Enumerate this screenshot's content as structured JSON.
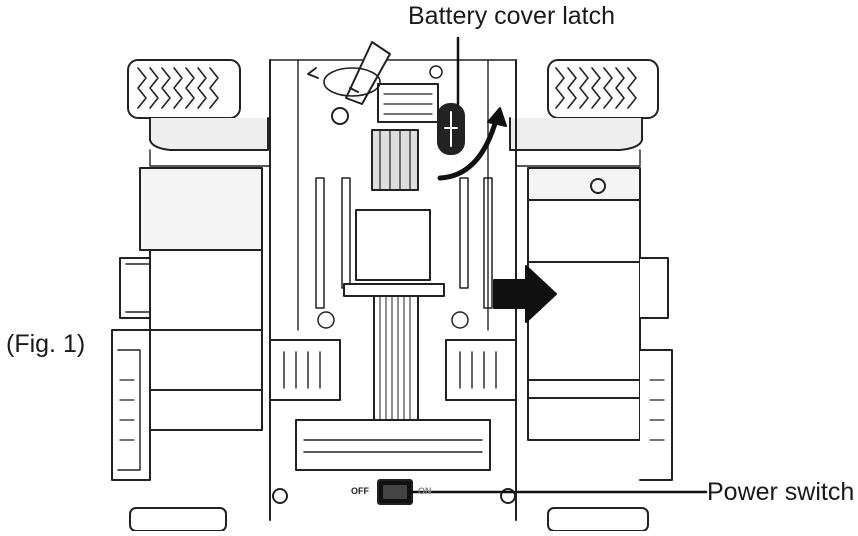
{
  "labels": {
    "battery_cover_latch": "Battery cover latch",
    "figure_number": "(Fig. 1)",
    "power_switch": "Power switch"
  },
  "switch": {
    "off_text": "OFF",
    "on_text": "ON"
  }
}
